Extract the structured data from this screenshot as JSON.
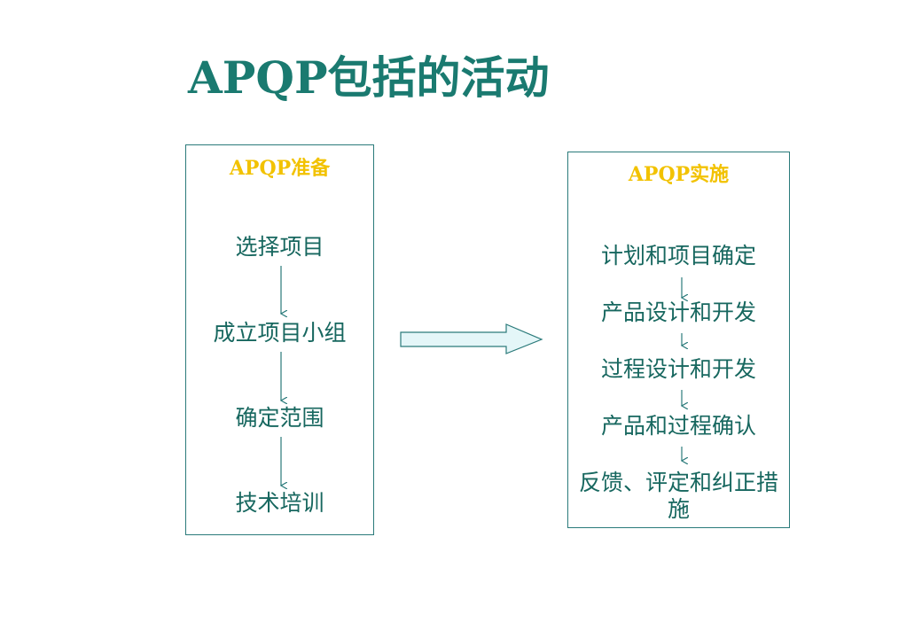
{
  "title": "APQP包括的活动",
  "left_panel": {
    "title": "APQP准备",
    "steps": [
      "选择项目",
      "成立项目小组",
      "确定范围",
      "技术培训"
    ]
  },
  "right_panel": {
    "title": "APQP实施",
    "steps": [
      "计划和项目确定",
      "产品设计和开发",
      "过程设计和开发",
      "产品和过程确认",
      "反馈、评定和纠正措施"
    ]
  },
  "colors": {
    "title": "#1a7a70",
    "panel_title": "#f2c200",
    "step_text": "#17675f",
    "border": "#2a7a7a",
    "big_arrow_fill": "#e4f6f8"
  }
}
